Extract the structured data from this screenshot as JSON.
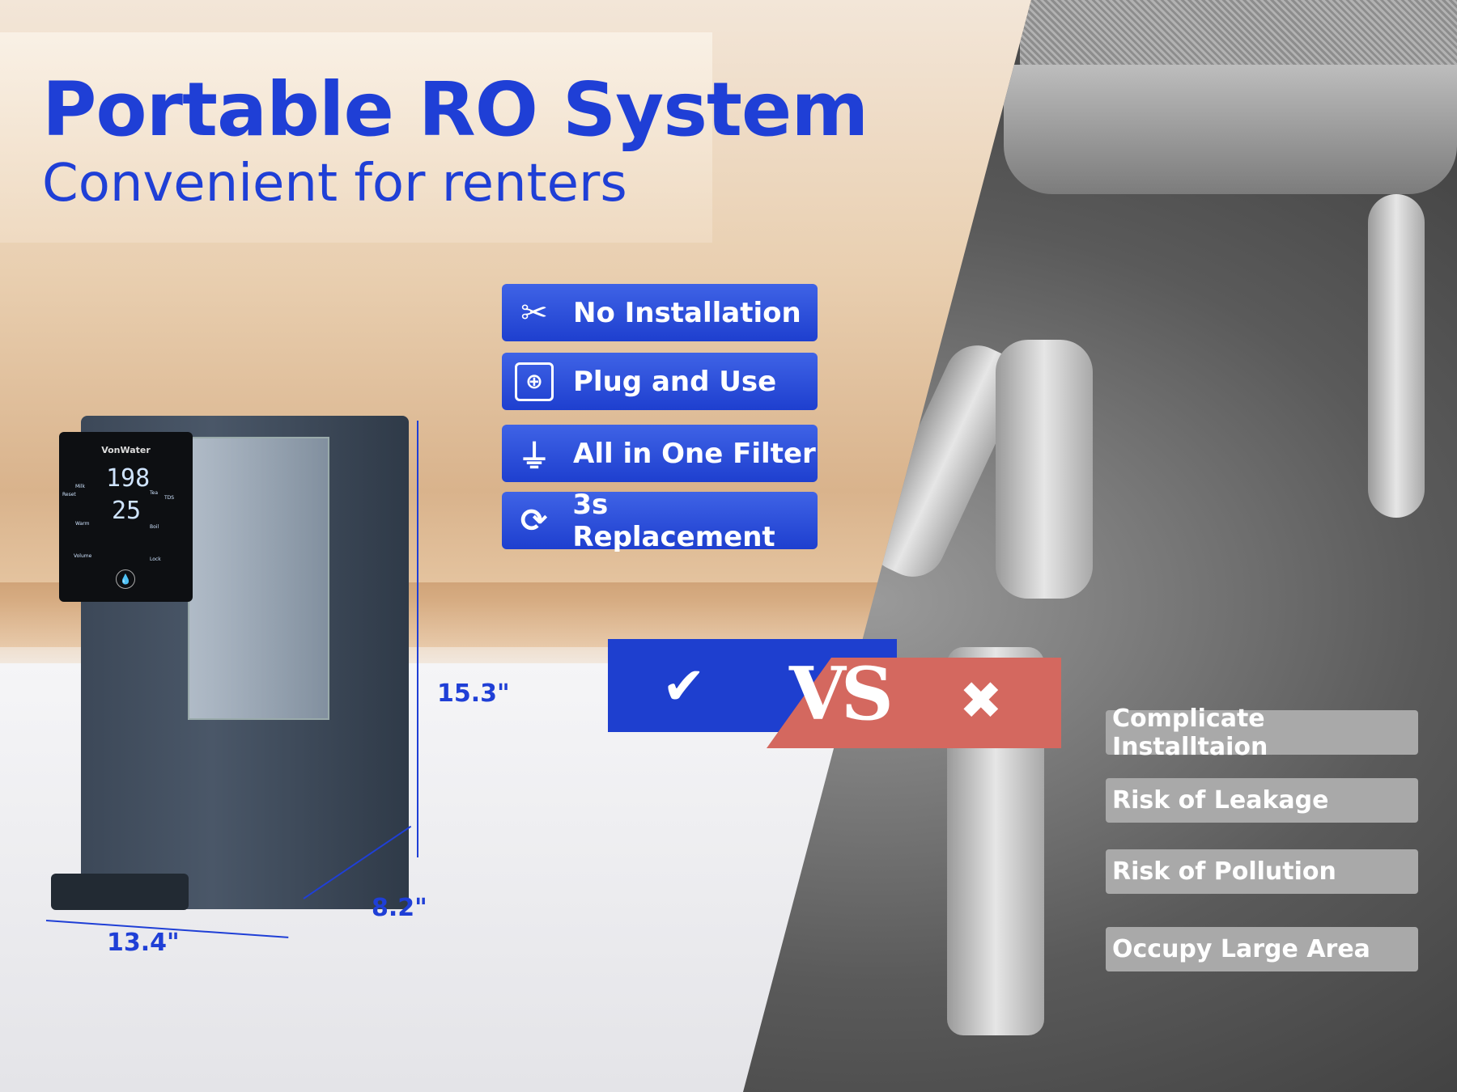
{
  "header": {
    "title": "Portable RO System",
    "subtitle": "Convenient for renters"
  },
  "features": [
    {
      "icon": "tools-crossed-icon",
      "label": "No Installation"
    },
    {
      "icon": "power-plug-icon",
      "label": "Plug and Use"
    },
    {
      "icon": "filter-funnel-icon",
      "label": "All in One Filter"
    },
    {
      "icon": "quick-replace-icon",
      "label": "3s Replacement"
    }
  ],
  "comparison": {
    "vs": "VS",
    "good_color": "#1e3fcf",
    "bad_color": "#d4685f"
  },
  "cons": [
    "Complicate Installtaion",
    "Risk of Leakage",
    "Risk of Pollution",
    "Occupy Large Area"
  ],
  "product": {
    "brand": "VonWater",
    "temp": "198",
    "tds": "25",
    "buttons": [
      "Milk",
      "Reset",
      "Warm",
      "Volume",
      "Tea",
      "TDS",
      "Boil",
      "Lock"
    ]
  },
  "dimensions": {
    "height": "15.3\"",
    "depth": "8.2\"",
    "width": "13.4\""
  }
}
